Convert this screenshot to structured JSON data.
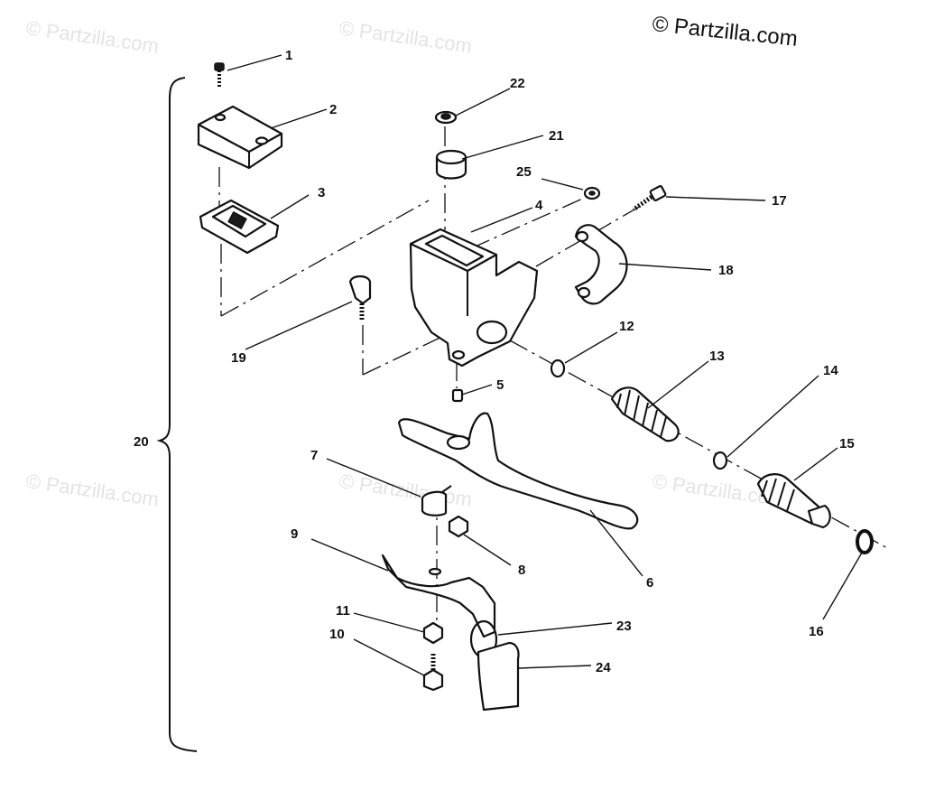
{
  "copyright": "© Partzilla.com",
  "watermark": "© Partzilla.com",
  "callouts": {
    "c1": "1",
    "c2": "2",
    "c3": "3",
    "c4": "4",
    "c5": "5",
    "c6": "6",
    "c7": "7",
    "c8": "8",
    "c9": "9",
    "c10": "10",
    "c11": "11",
    "c12": "12",
    "c13": "13",
    "c14": "14",
    "c15": "15",
    "c16": "16",
    "c17": "17",
    "c18": "18",
    "c19": "19",
    "c20": "20",
    "c21": "21",
    "c22": "22",
    "c23": "23",
    "c24": "24",
    "c25": "25"
  }
}
